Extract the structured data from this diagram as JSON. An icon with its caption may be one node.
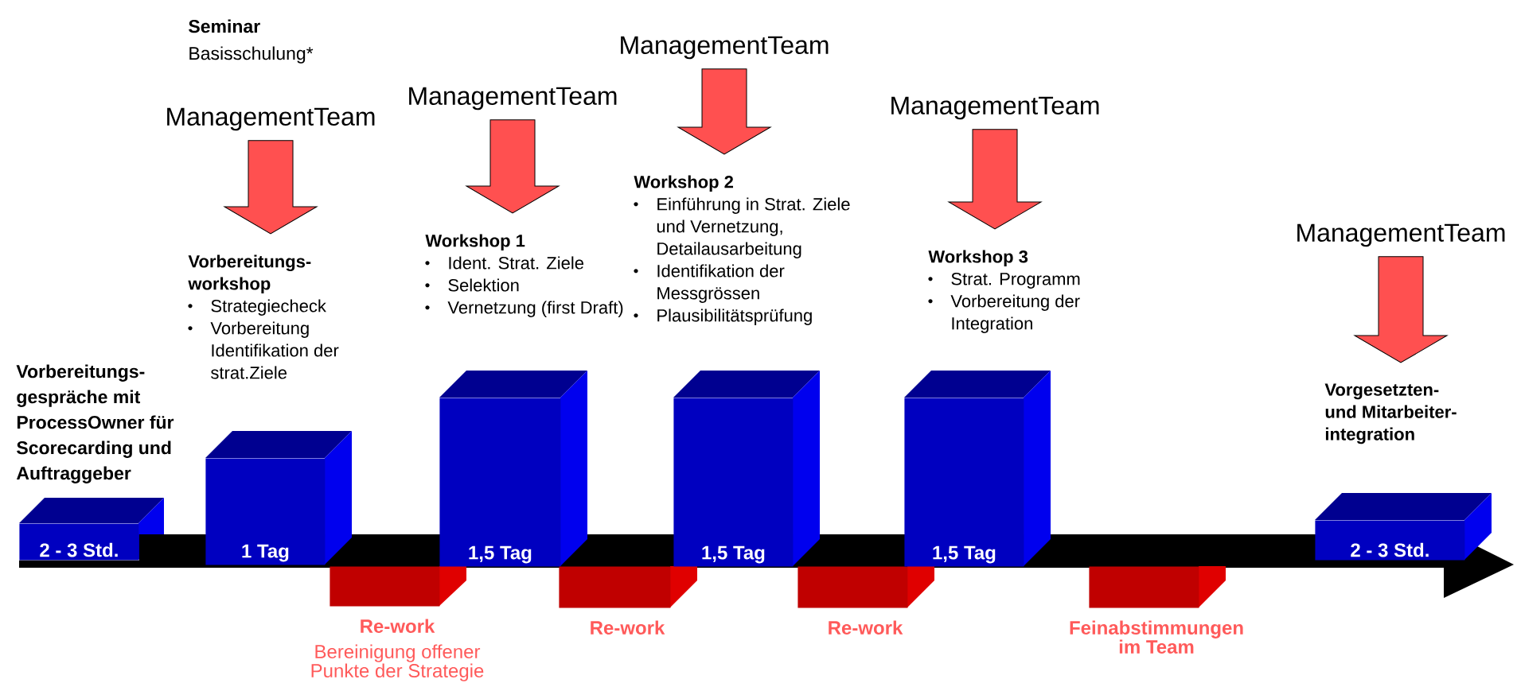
{
  "diagram": {
    "nodes": [
      {
        "text": [
          "ManagementTeam"
        ]
      },
      {
        "text": [
          "Vorbereitungs-workshop",
          "Strategiecheck",
          "Vorbereitung Identifikation der strat.Ziele"
        ]
      },
      {
        "text": [
          "ManagementTeam"
        ]
      },
      {
        "text": [
          "Workshop 1",
          "Ident. Strat. Ziele",
          "Selektion",
          "Vernetzung (first Draft)"
        ]
      },
      {
        "text": [
          "ManagementTeam"
        ]
      },
      {
        "text": [
          "Workshop 2",
          "Einführung in Strat. Ziele und Vernetzung, Detailausarbeitung",
          "Identifikation der Messgrössen",
          "Plausibilitätsprüfung"
        ]
      },
      {
        "text": [
          "ManagementTeam"
        ]
      },
      {
        "text": [
          "Workshop 3",
          "Strat. Programm",
          "Vorbereitung der Integration"
        ]
      },
      {
        "text": [
          "ManagementTeam"
        ]
      },
      {
        "text": [
          "Vorgesetzten- und Mitarbeiter-integration"
        ]
      },
      {
        "text": [
          "2 - 3 Std."
        ],
        "beside": [
          "Vorbereitungs-gespräche mit ProcessOwner für Scorecarding und Auftraggeber"
        ]
      },
      {
        "text": [
          "1 Tag"
        ]
      },
      {
        "text": [],
        "shape": "box",
        "beside": [
          "Re-work",
          "Bereinigung offener Punkte der Strategie"
        ]
      },
      {
        "text": [
          "1,5 Tag"
        ]
      },
      {
        "text": [],
        "shape": "box",
        "beside": [
          "Re-work"
        ]
      },
      {
        "text": [
          "1,5 Tag"
        ]
      },
      {
        "text": [],
        "shape": "box",
        "beside": [
          "Re-work"
        ]
      },
      {
        "text": [
          "1,5 Tag"
        ]
      },
      {
        "text": [],
        "shape": "box",
        "beside": [
          "Feinabstimmungen im Team"
        ]
      },
      {
        "text": [
          "2 - 3 Std."
        ]
      }
    ],
    "edges": [
      {
        "from": 0,
        "to": 1,
        "arrow": "to"
      },
      {
        "from": 2,
        "to": 3,
        "arrow": "to"
      },
      {
        "from": 4,
        "to": 5,
        "arrow": "to"
      },
      {
        "from": 6,
        "to": 7,
        "arrow": "to"
      },
      {
        "from": 8,
        "to": 9,
        "arrow": "to"
      },
      {
        "from": 10,
        "to": null,
        "arrow": "to",
        "color": "#000000"
      }
    ],
    "labels": [
      "Seminar",
      "Basisschulung*"
    ]
  }
}
